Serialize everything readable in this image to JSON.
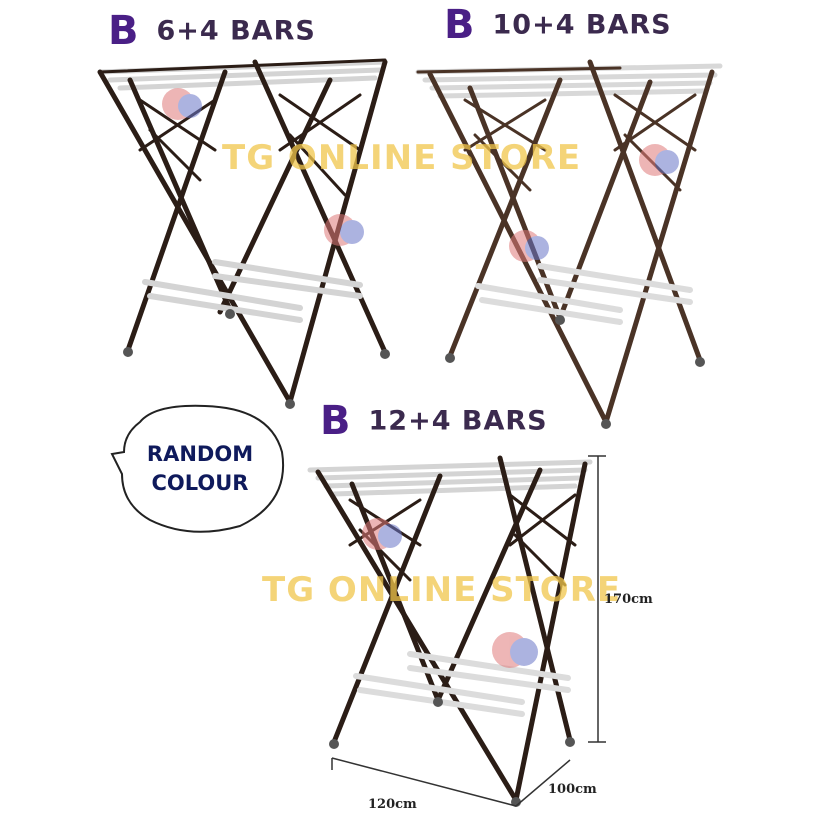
{
  "labels": {
    "rack1": {
      "letter": "B",
      "text": "6+4 BARS"
    },
    "rack2": {
      "letter": "B",
      "text": "10+4 BARS"
    },
    "rack3": {
      "letter": "B",
      "text": "12+4 BARS"
    }
  },
  "watermark": "TG ONLINE STORE",
  "bubble": {
    "line1": "RANDOM",
    "line2": "COLOUR"
  },
  "dimensions": {
    "height": "170cm",
    "width": "120cm",
    "depth": "100cm"
  },
  "colors": {
    "label": "#4a1f86",
    "watermark": "#f1c64b",
    "frame": "#2b1d16",
    "frame_brown": "#4a3326",
    "bars": "#d8d8d8",
    "bubble_text": "#0f1a5c"
  }
}
